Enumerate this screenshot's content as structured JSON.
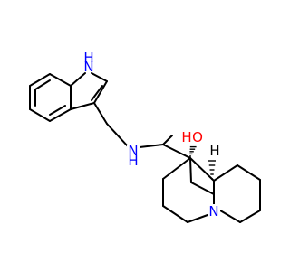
{
  "colors": {
    "bond": "#000000",
    "nitrogen": "#0000ff",
    "oxygen": "#ff0000",
    "background": "#ffffff"
  },
  "atoms": {
    "indole_nh": "H",
    "indole_n": "N",
    "amine_nh": "H",
    "amine_n": "N",
    "hydroxyl_o": "O",
    "hydroxyl_h": "H",
    "ring_junction_h": "H",
    "quinolizidine_n": "N"
  }
}
